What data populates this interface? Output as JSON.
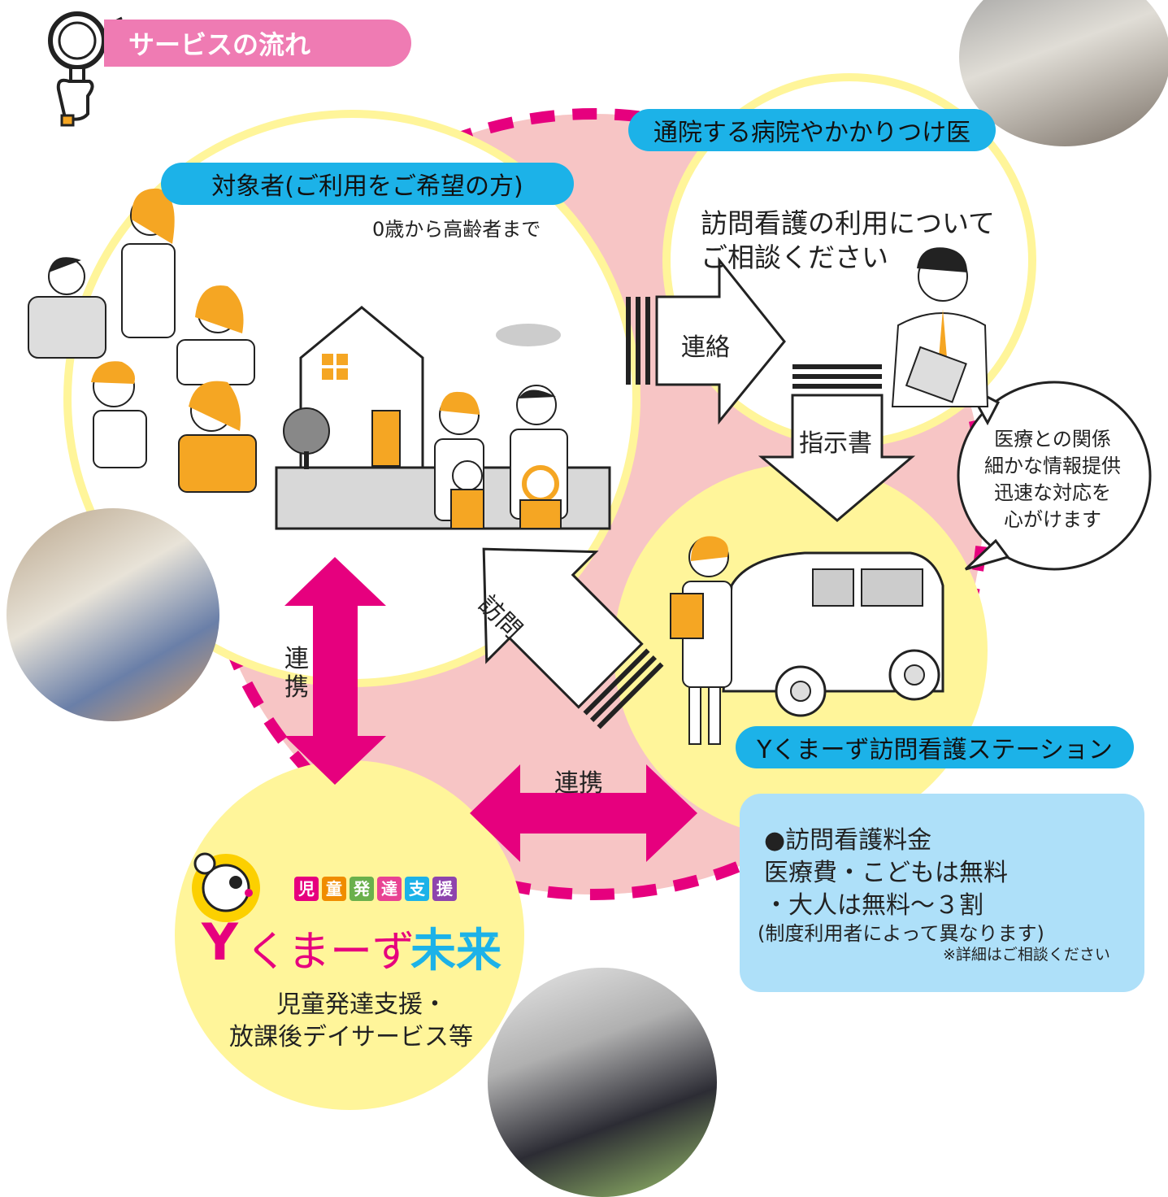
{
  "header": {
    "title": "サービスの流れ"
  },
  "nodes": {
    "target": {
      "label": "対象者(ご利用をご希望の方)",
      "sub": "0歳から高齢者まで"
    },
    "hospital": {
      "label": "通院する病院やかかりつけ医",
      "consult_line1": "訪問看護の利用について",
      "consult_line2": "ご相談ください"
    },
    "station": {
      "label": "Yくまーず訪問看護ステーション"
    },
    "mirai": {
      "badges": [
        "児",
        "童",
        "発",
        "達",
        "支",
        "援"
      ],
      "logo_y": "Y",
      "logo_kuma": "くまーず",
      "logo_mirai": "未来",
      "desc_line1": "児童発達支援・",
      "desc_line2": "放課後デイサービス等"
    }
  },
  "arrows": {
    "renraku": "連絡",
    "shijisho": "指示書",
    "houmon": "訪問",
    "renkei_v1": "連",
    "renkei_v2": "携",
    "renkei_h": "連携"
  },
  "bubble": {
    "lines": [
      "医療との関係",
      "細かな情報提供",
      "迅速な対応を",
      "心がけます"
    ]
  },
  "fees": {
    "title": "●訪問看護料金",
    "line1": "医療費・こどもは無料",
    "line2": "・大人は無料〜３割",
    "note": "(制度利用者によって異なります)",
    "small": "※詳細はご相談ください"
  },
  "colors": {
    "pink_tag": "#ef7bb3",
    "blue_pill": "#1cb2e8",
    "magenta": "#e6007e",
    "yellow": "#fff59a",
    "rose": "#f7c5c5",
    "orange": "#f5a623",
    "info_bg": "#aee0f9"
  }
}
